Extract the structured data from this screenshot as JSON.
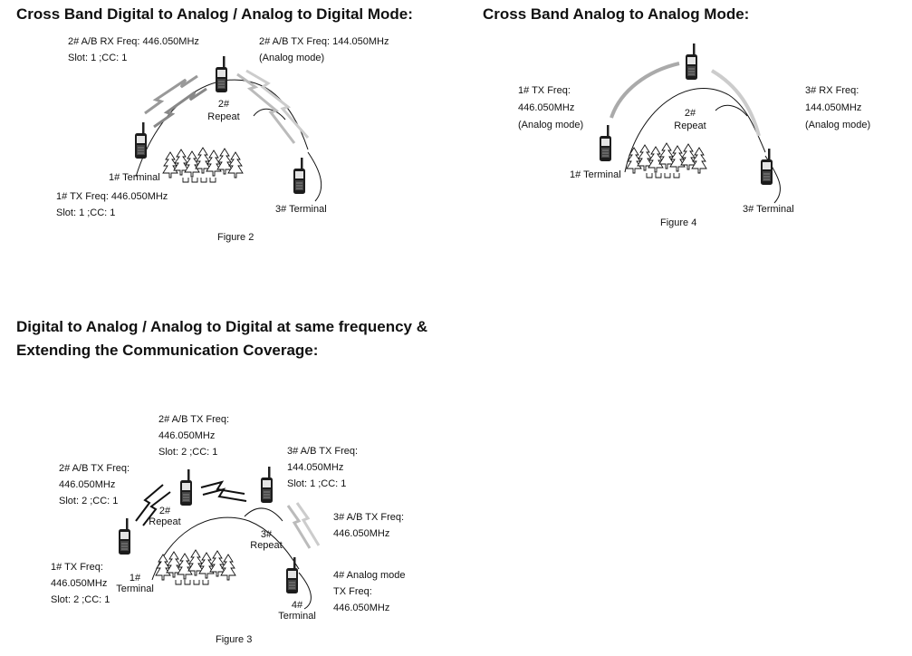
{
  "fig2": {
    "title": "Cross Band Digital to Analog / Analog to Digital Mode:",
    "rep_info": [
      "2# A/B RX Freq: 446.050MHz",
      "Slot: 1 ;CC: 1"
    ],
    "rep_tx": [
      "2# A/B TX Freq: 144.050MHz",
      "(Analog mode)"
    ],
    "repeat": [
      "2#",
      "Repeat"
    ],
    "t1_label": "1# Terminal",
    "t1_info": [
      "1# TX Freq: 446.050MHz",
      "Slot: 1 ;CC: 1"
    ],
    "t3_label": "3# Terminal",
    "caption": "Figure 2"
  },
  "fig4": {
    "title": "Cross Band Analog to Analog Mode:",
    "tx_info": [
      "1# TX Freq:",
      "446.050MHz",
      "(Analog mode)"
    ],
    "rx_info": [
      "3# RX Freq:",
      "144.050MHz",
      "(Analog mode)"
    ],
    "repeat": [
      "2#",
      "Repeat"
    ],
    "t1_label": "1# Terminal",
    "t3_label": "3# Terminal",
    "caption": "Figure 4"
  },
  "fig3": {
    "title_lines": [
      "Digital to Analog / Analog to Digital at same frequency &",
      "Extending the Communication Coverage:"
    ],
    "r2_top": [
      "2# A/B TX Freq:",
      "446.050MHz",
      "Slot: 2 ;CC: 1"
    ],
    "r2_left": [
      "2# A/B TX Freq:",
      "446.050MHz",
      "Slot: 2 ;CC: 1"
    ],
    "r3_top": [
      "3# A/B TX Freq:",
      "144.050MHz",
      "Slot: 1 ;CC: 1"
    ],
    "r3_right": [
      "3# A/B TX Freq:",
      "446.050MHz"
    ],
    "t1_info": [
      "1# TX Freq:",
      "446.050MHz",
      "Slot: 2 ;CC: 1"
    ],
    "t1_label": [
      "1#",
      "Terminal"
    ],
    "repeat2": [
      "2#",
      "Repeat"
    ],
    "repeat3": [
      "3#",
      "Repeat"
    ],
    "t4_analog": [
      "4# Analog mode",
      "TX Freq:",
      "446.050MHz"
    ],
    "t4_label": [
      "4#",
      "Terminal"
    ],
    "caption": "Figure 3"
  }
}
